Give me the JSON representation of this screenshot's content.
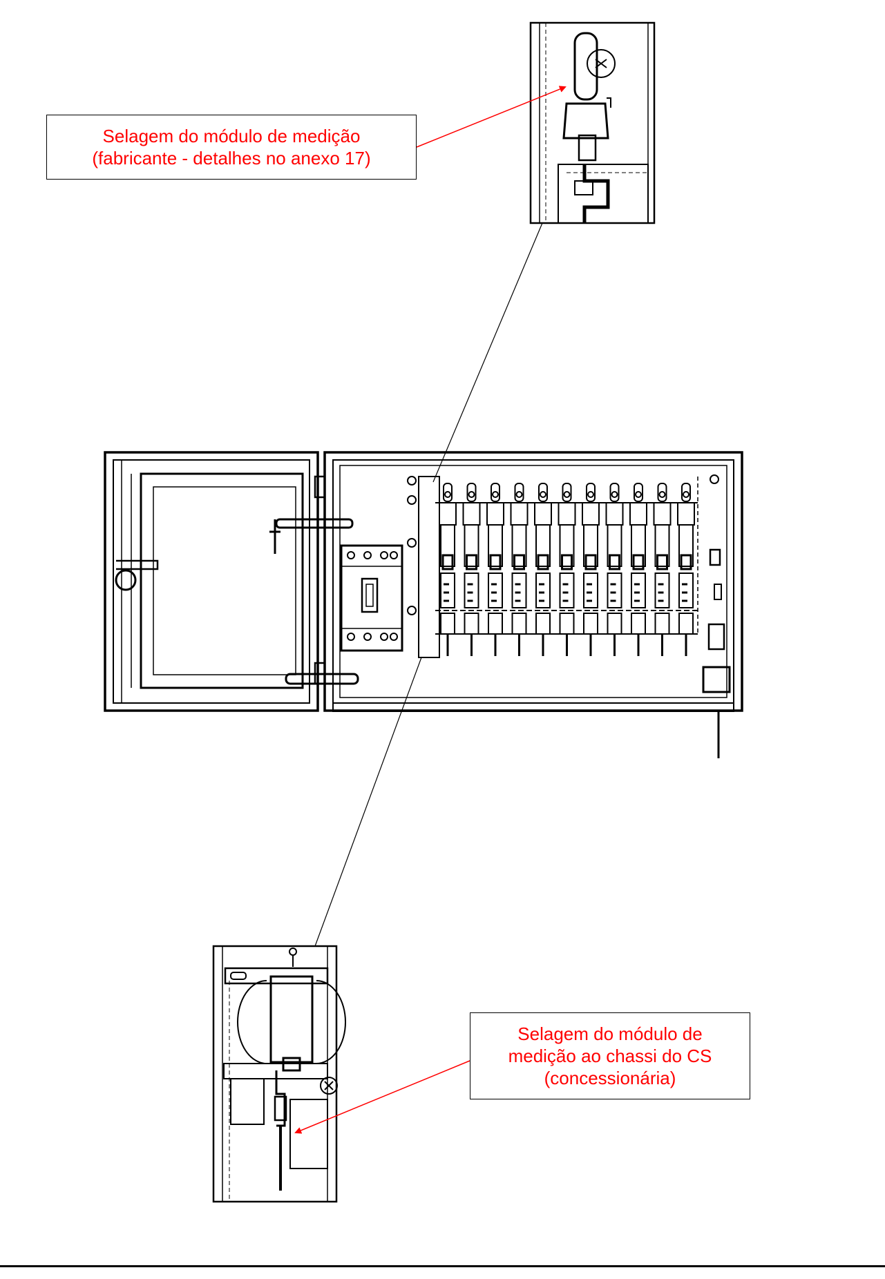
{
  "callouts": {
    "top": {
      "line1": "Selagem do módulo de medição",
      "line2": "(fabricante - detalhes no anexo 17)"
    },
    "bottom": {
      "line1": "Selagem do módulo de",
      "line2": "medição ao chassi do CS",
      "line3": "(concessionária)"
    }
  },
  "colors": {
    "callout_text": "#ff0000",
    "leader_arrow": "#ff0000",
    "drawing_line": "#000000",
    "background": "#ffffff"
  },
  "breaker_count": 11
}
